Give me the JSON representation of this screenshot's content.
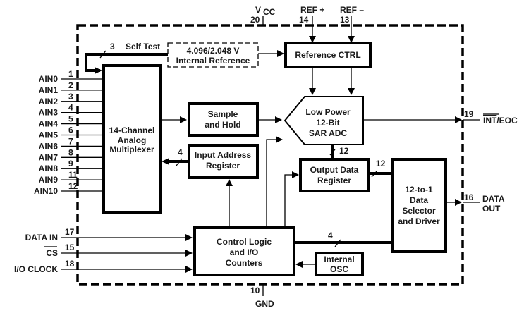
{
  "diagram": {
    "title": "ADC functional block diagram",
    "top_pins": [
      {
        "name_main": "V",
        "name_sub": "CC",
        "pin": "20"
      },
      {
        "name": "REF +",
        "pin": "14"
      },
      {
        "name": "REF –",
        "pin": "13"
      }
    ],
    "bottom_pins": [
      {
        "name": "GND",
        "pin": "10"
      }
    ],
    "analog_inputs": [
      {
        "name": "AIN0",
        "pin": "1"
      },
      {
        "name": "AIN1",
        "pin": "2"
      },
      {
        "name": "AIN2",
        "pin": "3"
      },
      {
        "name": "AIN3",
        "pin": "4"
      },
      {
        "name": "AIN4",
        "pin": "5"
      },
      {
        "name": "AIN5",
        "pin": "6"
      },
      {
        "name": "AIN6",
        "pin": "7"
      },
      {
        "name": "AIN7",
        "pin": "8"
      },
      {
        "name": "AIN8",
        "pin": "9"
      },
      {
        "name": "AIN9",
        "pin": "11"
      },
      {
        "name": "AIN10",
        "pin": "12"
      }
    ],
    "digital_inputs": [
      {
        "name": "DATA IN",
        "pin": "17",
        "overbar": false
      },
      {
        "name": "CS",
        "pin": "15",
        "overbar": true
      },
      {
        "name": "I/O CLOCK",
        "pin": "18",
        "overbar": false
      }
    ],
    "outputs": [
      {
        "name_overbar": "INT",
        "name_rest": "/EOC",
        "pin": "19"
      },
      {
        "name_line1": "DATA",
        "name_line2": "OUT",
        "pin": "16"
      }
    ],
    "blocks": {
      "internal_reference": [
        "4.096/2.048 V",
        "Internal Reference"
      ],
      "reference_ctrl": [
        "Reference CTRL"
      ],
      "mux": [
        "14-Channel",
        "Analog",
        "Multiplexer"
      ],
      "sample_hold": [
        "Sample",
        "and Hold"
      ],
      "adc": [
        "Low Power",
        "12-Bit",
        "SAR ADC"
      ],
      "input_address_register": [
        "Input Address",
        "Register"
      ],
      "output_data_register": [
        "Output Data",
        "Register"
      ],
      "data_selector": [
        "12-to-1",
        "Data",
        "Selector",
        "and Driver"
      ],
      "control_logic": [
        "Control Logic",
        "and I/O",
        "Counters"
      ],
      "internal_osc": [
        "Internal",
        "OSC"
      ]
    },
    "bus_labels": {
      "self_test_width": "3",
      "self_test_label": "Self Test",
      "address_bus_width": "4",
      "adc_out_width": "12",
      "odr_out_width": "12",
      "ctrl_selector_width": "4"
    }
  }
}
